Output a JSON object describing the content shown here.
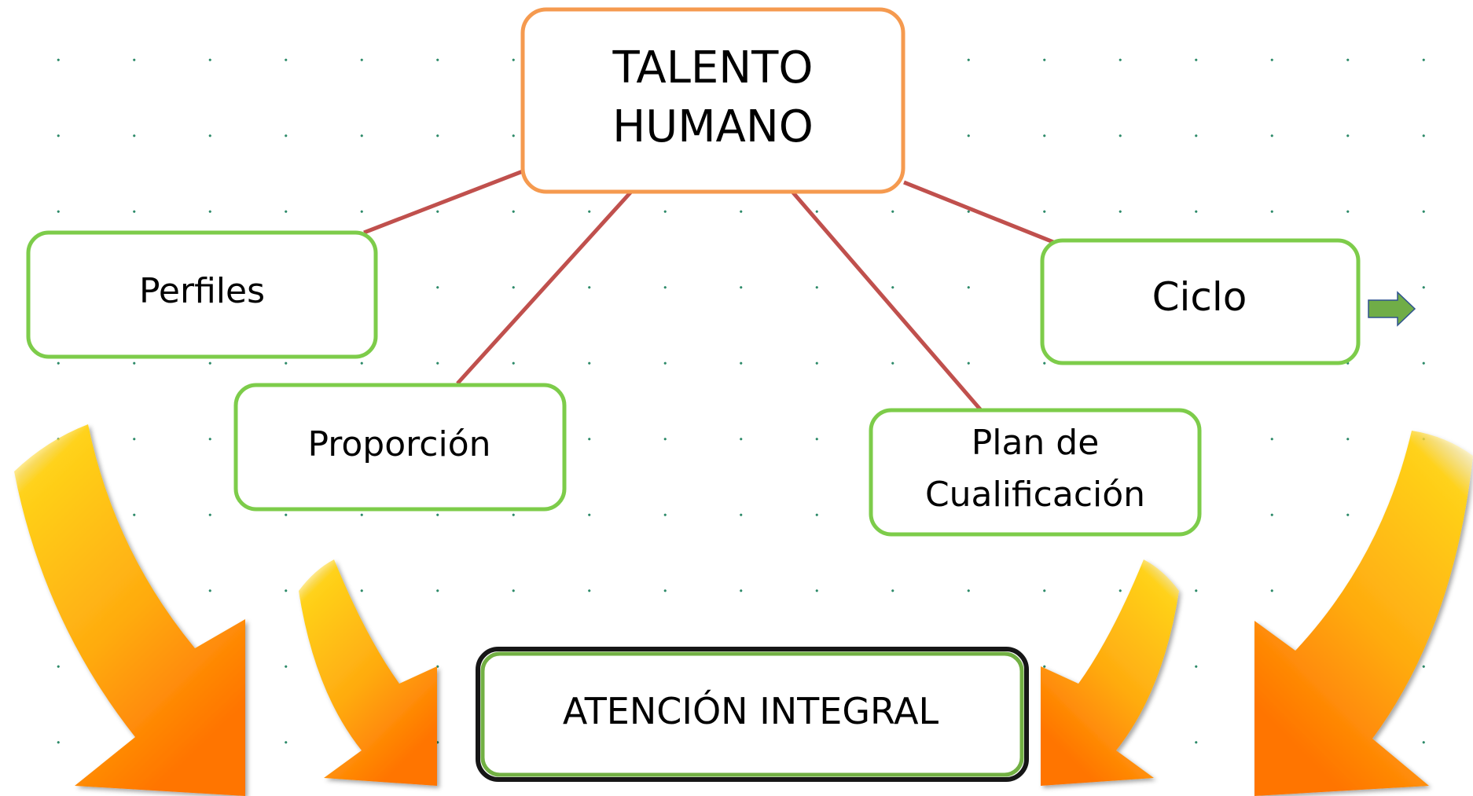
{
  "diagram": {
    "root": {
      "lines": [
        "TALENTO",
        "HUMANO"
      ]
    },
    "children": [
      {
        "id": "perfiles",
        "lines": [
          "Perfiles"
        ]
      },
      {
        "id": "proporcion",
        "lines": [
          "Proporción"
        ]
      },
      {
        "id": "plan",
        "lines": [
          "Plan de",
          "Cualificación"
        ]
      },
      {
        "id": "ciclo",
        "lines": [
          "Ciclo"
        ]
      }
    ],
    "result": {
      "lines": [
        "ATENCIÓN INTEGRAL"
      ]
    }
  },
  "colors": {
    "root_border": "#f59a4f",
    "child_border": "#7dcc4a",
    "result_border": "#161616",
    "result_inner": "#72b043",
    "connector": "#c0504d",
    "small_arrow": "#70ad47",
    "curved_arrow_start": "#ffd21a",
    "curved_arrow_end": "#ff7a00"
  }
}
